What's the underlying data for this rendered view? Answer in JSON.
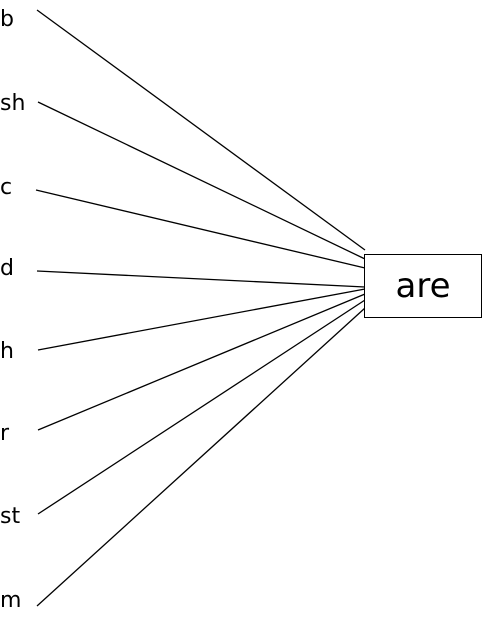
{
  "onsets": [
    {
      "id": "b",
      "label": "b"
    },
    {
      "id": "sh",
      "label": "sh"
    },
    {
      "id": "c",
      "label": "c"
    },
    {
      "id": "d",
      "label": "d"
    },
    {
      "id": "h",
      "label": "h"
    },
    {
      "id": "r",
      "label": "r"
    },
    {
      "id": "st",
      "label": "st"
    },
    {
      "id": "m",
      "label": "m"
    }
  ],
  "target": {
    "label": "are"
  },
  "colors": {
    "line": "#000000",
    "text": "#000000",
    "background": "#ffffff"
  }
}
